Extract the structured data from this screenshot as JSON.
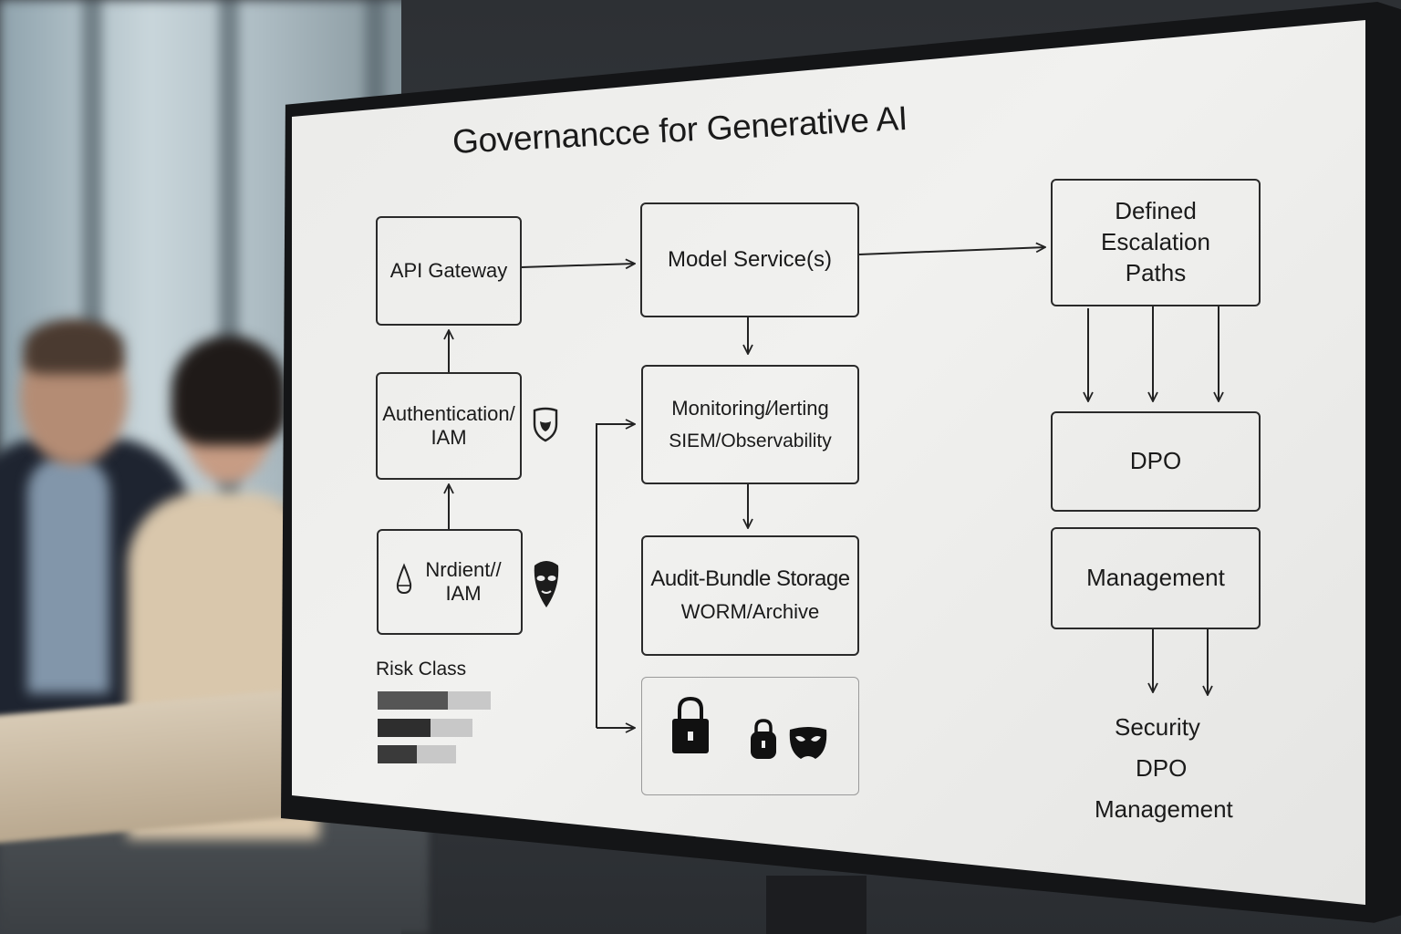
{
  "title": "Governancce for Generative AI",
  "boxes": {
    "api_gateway": "API Gateway",
    "model_services": "Model Service(s)",
    "escalation": [
      "Defined",
      "Escalation",
      "Paths"
    ],
    "auth": [
      "Authentication/",
      "IAM"
    ],
    "monitoring": [
      "Monitoring/⁄lerting",
      "SIEM/Observability"
    ],
    "dpo": "DPO",
    "nrdient": [
      "Nrdient//",
      "IAM"
    ],
    "audit": [
      "Audit-Bundle Storage",
      "WORM/Archive"
    ],
    "management": "Management"
  },
  "risk": {
    "label": "Risk Class",
    "bars": [
      {
        "level": 0.62,
        "color": "#555555",
        "track": "#c8c8c8"
      },
      {
        "level": 0.47,
        "color": "#2e2e2e",
        "track": "#c8c8c8"
      },
      {
        "level": 0.35,
        "color": "#3a3a3a",
        "track": "#c8c8c8"
      }
    ]
  },
  "roles": [
    "Security",
    "DPO",
    "Management"
  ],
  "icons": [
    "shield-icon",
    "mask-icon",
    "flame-icon",
    "lock-icon",
    "padlock-icon",
    "eye-mask-icon"
  ]
}
